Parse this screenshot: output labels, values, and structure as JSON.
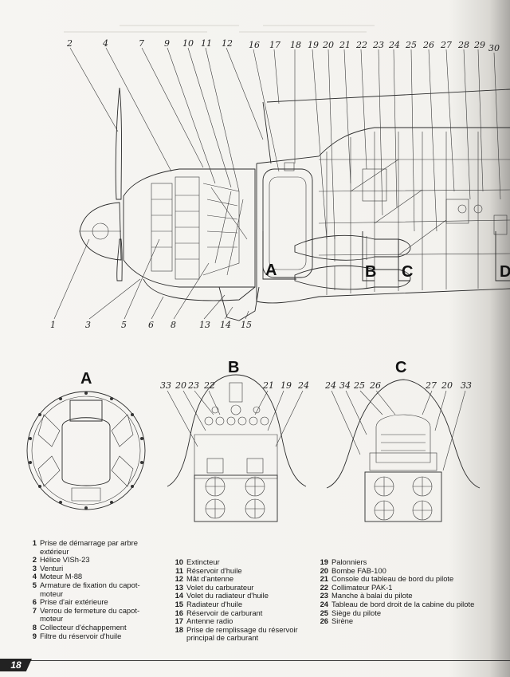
{
  "callouts_top": [
    "2",
    "4",
    "7",
    "9",
    "10",
    "11",
    "12",
    "16",
    "17",
    "18",
    "19",
    "20",
    "21",
    "22",
    "23",
    "24",
    "25",
    "26",
    "27",
    "28",
    "29",
    "30"
  ],
  "callouts_bottom": [
    "1",
    "3",
    "5",
    "6",
    "8",
    "13",
    "14",
    "15"
  ],
  "section_letters": {
    "a": "A",
    "b": "B",
    "c": "C",
    "d": "D"
  },
  "section_a": {
    "title": "A"
  },
  "section_b": {
    "title": "B",
    "callouts": [
      "33",
      "20",
      "23",
      "22",
      "21",
      "19",
      "24"
    ]
  },
  "section_c": {
    "title": "C",
    "callouts": [
      "24",
      "34",
      "25",
      "26",
      "27",
      "20",
      "33"
    ]
  },
  "legend": {
    "col1": [
      {
        "n": "1",
        "t": "Prise de démarrage par arbre extérieur"
      },
      {
        "n": "2",
        "t": "Hélice VISh-23"
      },
      {
        "n": "3",
        "t": "Venturi"
      },
      {
        "n": "4",
        "t": "Moteur M-88"
      },
      {
        "n": "5",
        "t": "Armature de fixation du capot-moteur"
      },
      {
        "n": "6",
        "t": "Prise d'air extérieure"
      },
      {
        "n": "7",
        "t": "Verrou de fermeture du capot-moteur"
      },
      {
        "n": "8",
        "t": "Collecteur d'échappement"
      },
      {
        "n": "9",
        "t": "Filtre du réservoir d'huile"
      }
    ],
    "col2": [
      {
        "n": "10",
        "t": "Extincteur"
      },
      {
        "n": "11",
        "t": "Réservoir d'huile"
      },
      {
        "n": "12",
        "t": "Mât d'antenne"
      },
      {
        "n": "13",
        "t": "Volet du carburateur"
      },
      {
        "n": "14",
        "t": "Volet du radiateur d'huile"
      },
      {
        "n": "15",
        "t": "Radiateur d'huile"
      },
      {
        "n": "16",
        "t": "Réservoir de carburant"
      },
      {
        "n": "17",
        "t": "Antenne radio"
      },
      {
        "n": "18",
        "t": "Prise de remplissage du réservoir principal de carburant"
      }
    ],
    "col3": [
      {
        "n": "19",
        "t": "Palonniers"
      },
      {
        "n": "20",
        "t": "Bombe FAB-100"
      },
      {
        "n": "21",
        "t": "Console du tableau de bord du pilote"
      },
      {
        "n": "22",
        "t": "Collimateur PAK-1"
      },
      {
        "n": "23",
        "t": "Manche à balai du pilote"
      },
      {
        "n": "24",
        "t": "Tableau de bord droit de la cabine du pilote"
      },
      {
        "n": "25",
        "t": "Siège du pilote"
      },
      {
        "n": "26",
        "t": "Sirène"
      }
    ]
  },
  "page_number": "18"
}
